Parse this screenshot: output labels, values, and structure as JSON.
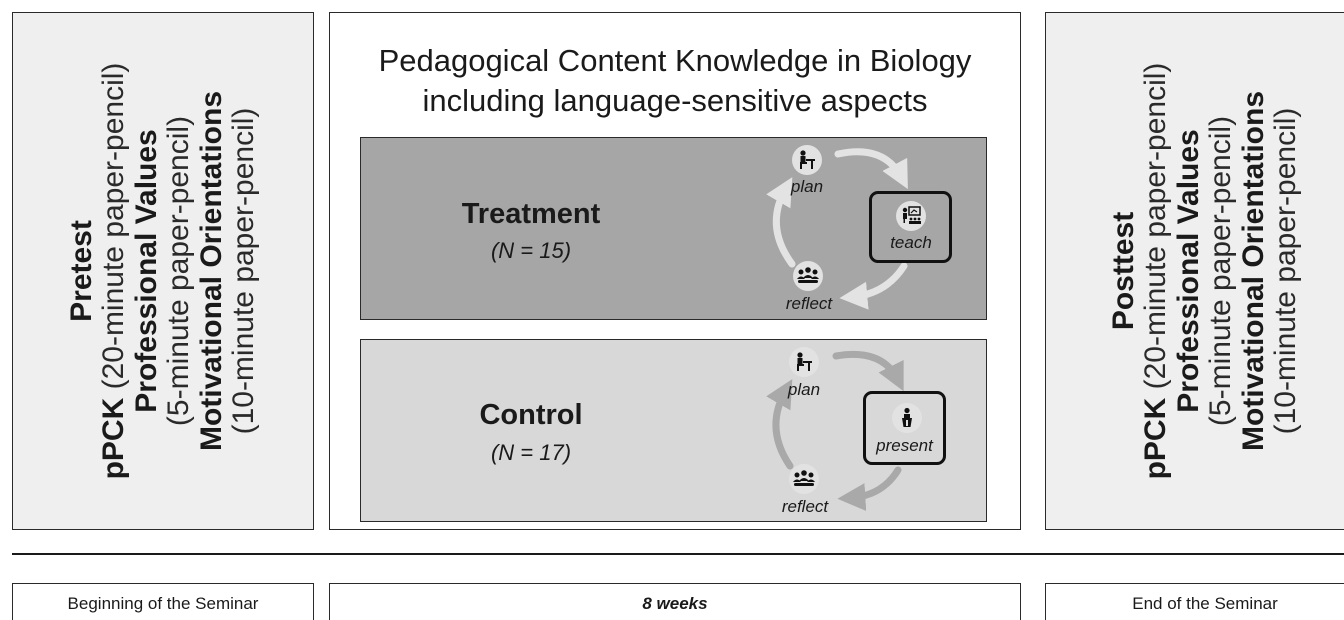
{
  "pretest": {
    "title": "Pretest",
    "ppck": "pPCK",
    "ppck_detail": " (20-minute paper-pencil)",
    "values": "Professional Values",
    "values_detail": "(5-minute paper-pencil)",
    "motivation": "Motivational Orientations",
    "motivation_detail": "(10-minute paper-pencil)"
  },
  "posttest": {
    "title": "Posttest",
    "ppck": "pPCK",
    "ppck_detail": " (20-minute paper-pencil)",
    "values": "Professional Values",
    "values_detail": "(5-minute paper-pencil)",
    "motivation": "Motivational Orientations",
    "motivation_detail": "(10-minute paper-pencil)"
  },
  "center": {
    "title_line1": "Pedagogical Content Knowledge in Biology",
    "title_line2": "including language-sensitive aspects"
  },
  "treatment": {
    "name": "Treatment",
    "n": "(N = 15)",
    "cycle": {
      "plan": "plan",
      "teach": "teach",
      "reflect": "reflect"
    }
  },
  "control": {
    "name": "Control",
    "n": "(N = 17)",
    "cycle": {
      "plan": "plan",
      "present": "present",
      "reflect": "reflect"
    }
  },
  "timeline": {
    "start": "Beginning of the Seminar",
    "duration": "8 weeks",
    "end": "End of the Seminar"
  },
  "colors": {
    "side_panel": "#efefef",
    "treatment_bg": "#a6a6a6",
    "control_bg": "#d8d8d8",
    "treatment_arrow": "#e3e3e3",
    "control_arrow": "#a9a9a9"
  },
  "icons": [
    "desk-person-icon",
    "teacher-board-icon",
    "group-icon",
    "lectern-icon"
  ]
}
